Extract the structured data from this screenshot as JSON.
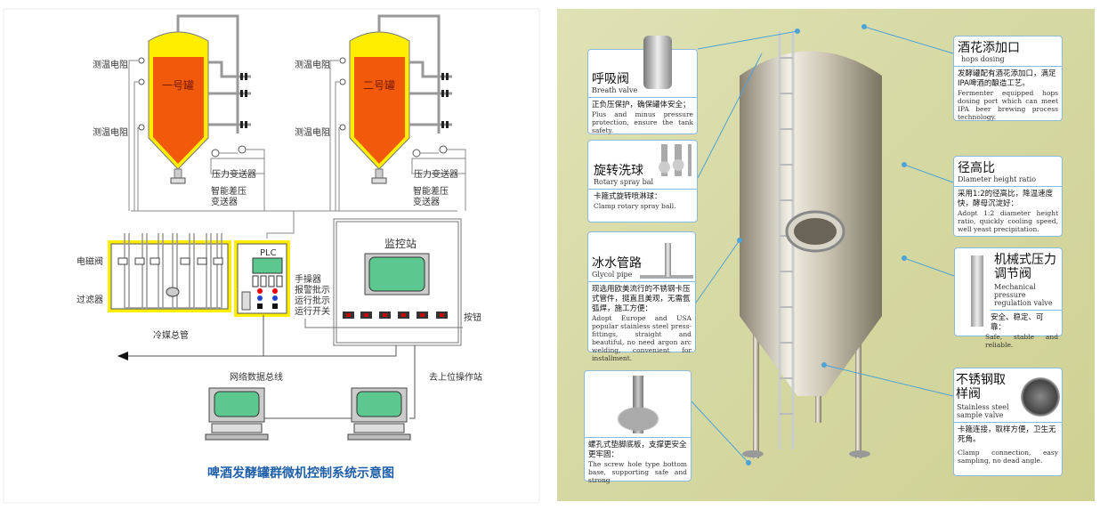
{
  "left_diagram": {
    "title": "啤酒发酵罐群微机控制系统示意图",
    "tank1": "一号罐",
    "tank2": "二号罐",
    "temp_resistor": "测温电阻",
    "pressure_transmitter": "压力变送器",
    "diff_pressure_line1": "智能差压",
    "diff_pressure_line2": "变送器",
    "solenoid_valve": "电磁阀",
    "filter": "过滤器",
    "refrigerant_main": "冷媒总管",
    "plc": "PLC",
    "plc_labels": [
      "手操器",
      "报警批示",
      "运行批示",
      "运行开关"
    ],
    "monitor_station": "监控站",
    "button": "按钮",
    "network_bus": "网络数据总线",
    "to_upper_station": "去上位操作站",
    "colors": {
      "tank_fill": "#f05a0a",
      "jacket": "#ffee00",
      "screen": "#5cc890",
      "title": "#1f5fa8"
    }
  },
  "right_panel": {
    "cards": [
      {
        "zh": "呼吸阀",
        "en": "Breath valve",
        "desc_zh": "正负压保护，确保罐体安全；",
        "desc_en": "Plus and minus pressure protection, ensure the tank safety."
      },
      {
        "zh": "旋转洗球",
        "en": "Rotary spray bal",
        "desc_zh": "卡箍式旋转喷淋球：",
        "desc_en": "Clamp rotary spray ball."
      },
      {
        "zh": "冰水管路",
        "en": "Glycol pipe",
        "desc_zh": "现选用欧美流行的不锈钢卡压式管件，挺直且美观，无需氩弧焊，施工方便：",
        "desc_en": "Adopt Europe and USA popular stainless steel press-fittings, straight and beautiful, no need argon arc welding, convenient for installment."
      },
      {
        "zh": "",
        "en": "",
        "desc_zh": "螺孔式垫脚底板，支撑更安全更牢固：",
        "desc_en": "The screw hole type bottom base, supporting safe and strong"
      },
      {
        "zh": "酒花添加口",
        "en": "hops dosing",
        "desc_zh": "发酵罐配有酒花添加口，满足IPA啤酒的酿造工艺。",
        "desc_en": "Fermenter equipped hops dosing port which can meet IPA beer brewing process technology."
      },
      {
        "zh": "径高比",
        "en": "Diameter height ratio",
        "desc_zh": "采用1:2的径高比，降温速度快，酵母沉淀好：",
        "desc_en": "Adopt 1:2 diameter height ratio, quickly cooling speed, well yeast precipitation."
      },
      {
        "zh": "机械式压力调节阀",
        "en": "Mechanical pressure regulation valve",
        "desc_zh": "安全、稳定、可靠：",
        "desc_en": "Safe, stable and reliable."
      },
      {
        "zh": "不锈钢取样阀",
        "en": "Stainless steel sample valve",
        "desc_zh": "卡箍连接，取样方便，卫生无死角。",
        "desc_en": "Clamp connection, easy sampling, no dead angle."
      }
    ]
  }
}
